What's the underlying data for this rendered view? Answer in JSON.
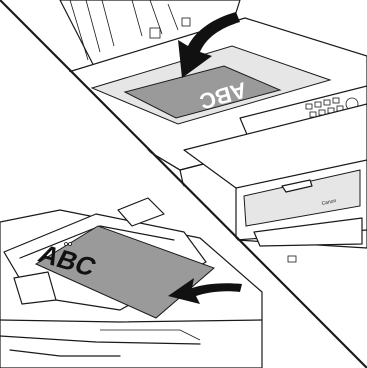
{
  "panels": {
    "top": {
      "glass_text": "ABC",
      "brand": "Canon"
    },
    "bottom": {
      "feeder_text": "ABC"
    }
  },
  "colors": {
    "paper": "#9a9a9a",
    "arrow": "#111111",
    "outline": "#1a1a1a"
  }
}
